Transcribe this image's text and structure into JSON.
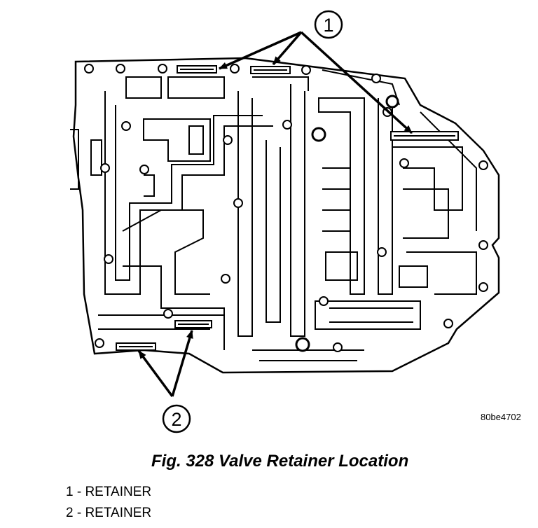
{
  "callouts": [
    {
      "number": "1"
    },
    {
      "number": "2"
    }
  ],
  "image_code": "80be4702",
  "caption": "Fig. 328 Valve Retainer Location",
  "legend": [
    {
      "text": "1 - RETAINER"
    },
    {
      "text": "2 - RETAINER"
    }
  ]
}
